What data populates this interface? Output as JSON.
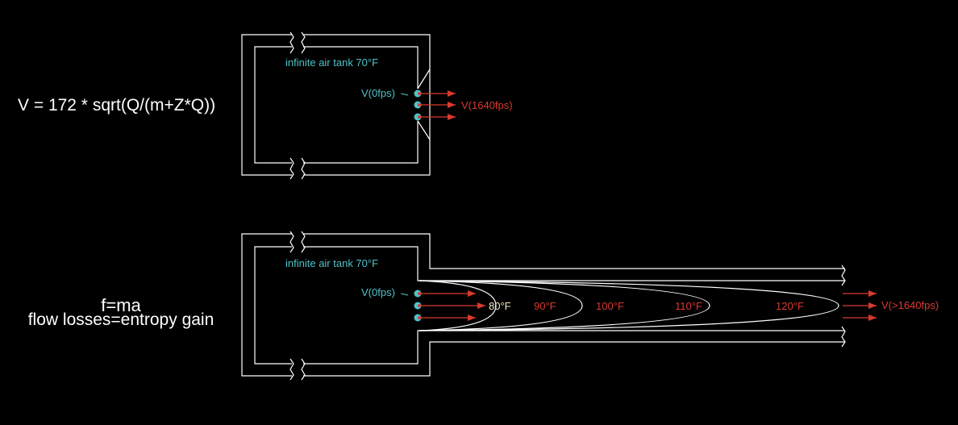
{
  "formulas": {
    "velocity": "V = 172 * sqrt(Q/(m+Z*Q))",
    "force": "f=ma",
    "losses": "flow losses=entropy gain"
  },
  "top_tank": {
    "label": "infinite air tank 70°F",
    "inlet_velocity": "V(0fps)",
    "outlet_velocity": "V(1640fps)"
  },
  "bottom_tank": {
    "label": "infinite air tank 70°F",
    "inlet_velocity": "V(0fps)",
    "outlet_velocity": "V(>1640fps)",
    "temperature_zones": [
      "80°F",
      "90°F",
      "100°F",
      "110°F",
      "120°F"
    ]
  },
  "colors": {
    "background": "#000000",
    "lines": "#ffffff",
    "cyan": "#4fc3c8",
    "red": "#d93a2f",
    "beige": "#f4e8c2"
  }
}
